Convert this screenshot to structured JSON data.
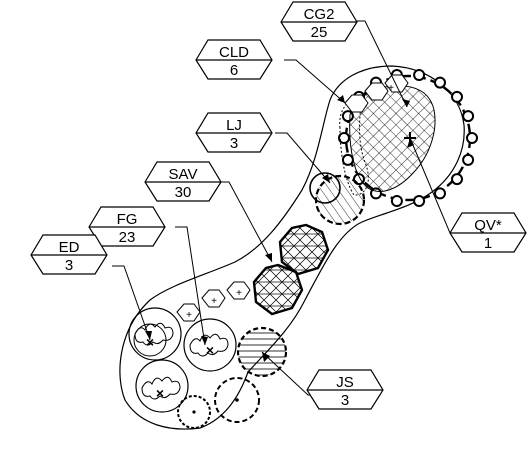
{
  "diagram": {
    "tags": [
      {
        "code": "CG2",
        "count": "25"
      },
      {
        "code": "CLD",
        "count": "6"
      },
      {
        "code": "LJ",
        "count": "3"
      },
      {
        "code": "SAV",
        "count": "30"
      },
      {
        "code": "FG",
        "count": "23"
      },
      {
        "code": "ED",
        "count": "3"
      },
      {
        "code": "QV*",
        "count": "1"
      },
      {
        "code": "JS",
        "count": "3"
      }
    ]
  }
}
